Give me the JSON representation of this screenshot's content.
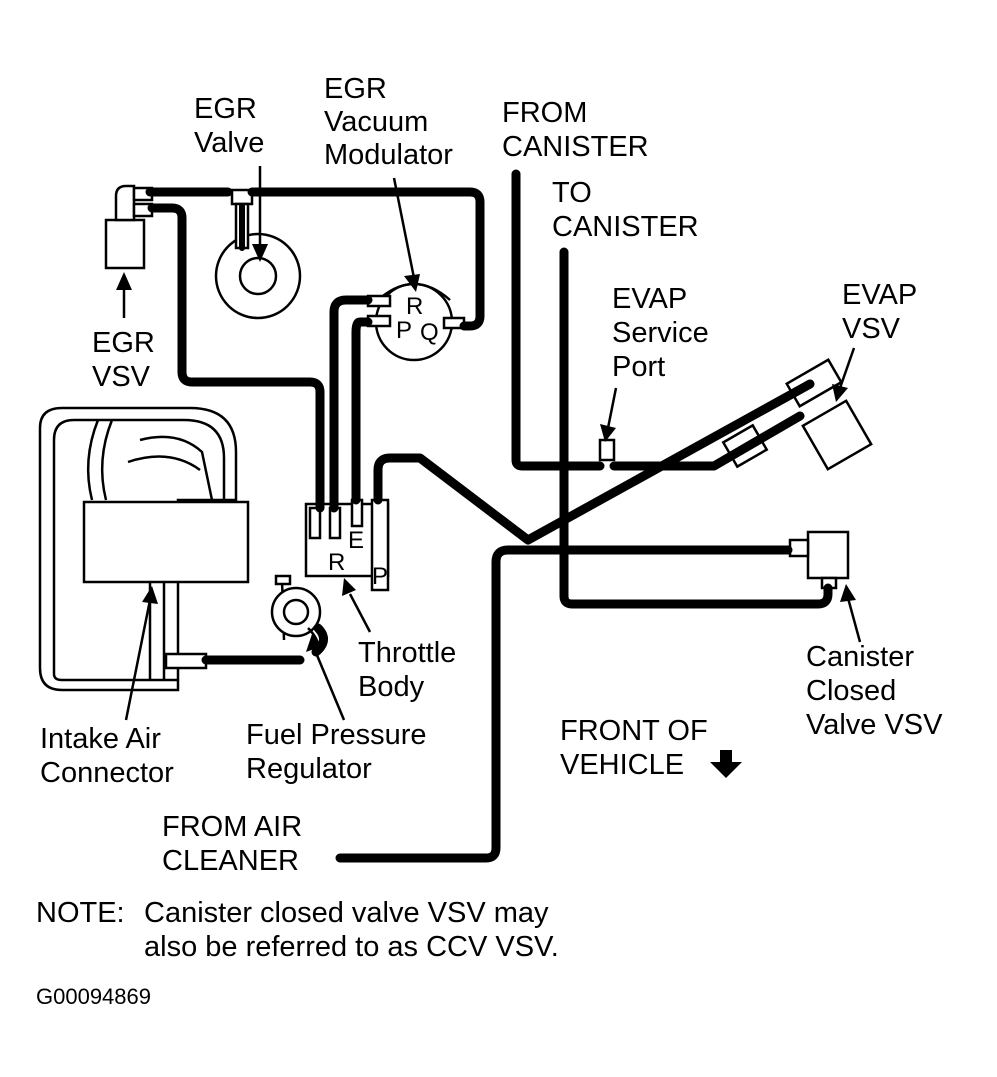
{
  "labels": {
    "egr_valve": [
      "EGR",
      "Valve"
    ],
    "egr_vacuum_modulator": [
      "EGR",
      "Vacuum",
      "Modulator"
    ],
    "from_canister": [
      "FROM",
      "CANISTER"
    ],
    "to_canister": [
      "TO",
      "CANISTER"
    ],
    "evap_service_port": [
      "EVAP",
      "Service",
      "Port"
    ],
    "evap_vsv": [
      "EVAP",
      "VSV"
    ],
    "egr_vsv": [
      "EGR",
      "VSV"
    ],
    "throttle_body": [
      "Throttle",
      "Body"
    ],
    "canister_closed_valve_vsv": [
      "Canister",
      "Closed",
      "Valve VSV"
    ],
    "intake_air_connector": [
      "Intake Air",
      "Connector"
    ],
    "fuel_pressure_regulator": [
      "Fuel Pressure",
      "Regulator"
    ],
    "front_of_vehicle": [
      "FRONT OF",
      "VEHICLE"
    ],
    "from_air_cleaner": [
      "FROM AIR",
      "CLEANER"
    ]
  },
  "port_letters": {
    "modulator": [
      "R",
      "P",
      "Q"
    ],
    "throttle_body": [
      "R",
      "E",
      "P"
    ]
  },
  "note": {
    "prefix": "NOTE:",
    "lines": [
      "Canister closed valve VSV may",
      "also be referred to as CCV VSV."
    ]
  },
  "figure_id": "G00094869",
  "icons": {
    "front_arrow": "down-arrow-icon"
  }
}
